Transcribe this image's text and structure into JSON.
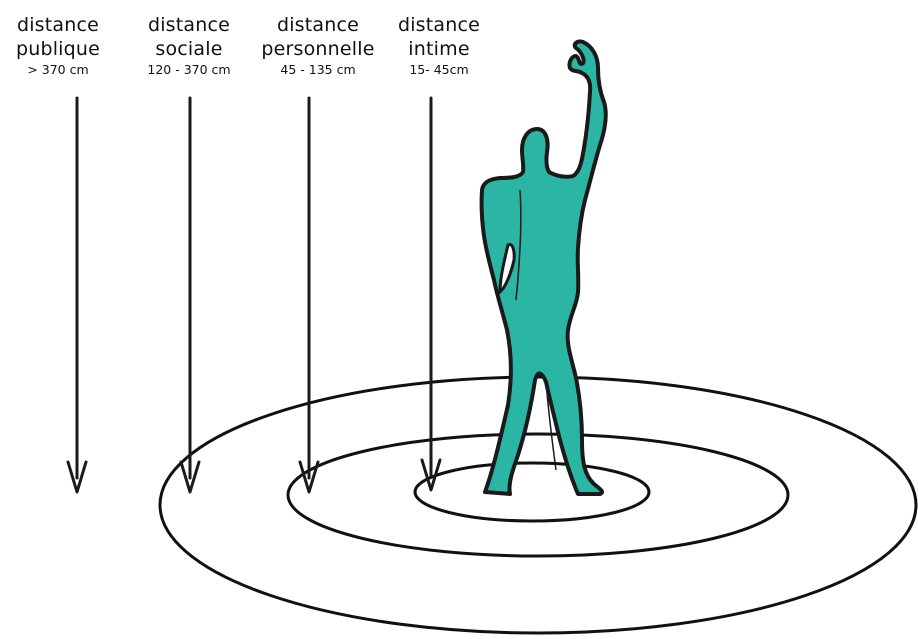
{
  "zones": [
    {
      "id": "publique",
      "line1": "distance",
      "line2": "publique",
      "range": "> 370 cm"
    },
    {
      "id": "sociale",
      "line1": "distance",
      "line2": "sociale",
      "range": "120 - 370 cm"
    },
    {
      "id": "personnelle",
      "line1": "distance",
      "line2": "personnelle",
      "range": "45 - 135 cm"
    },
    {
      "id": "intime",
      "line1": "distance",
      "line2": "intime",
      "range": "15- 45cm"
    }
  ],
  "colors": {
    "figure_fill": "#2bb5a4",
    "figure_outline": "#1a1a1a",
    "ring_stroke": "#111111",
    "arrow_stroke": "#1a1a1a"
  },
  "figure_icon": "modulor-human-figure"
}
